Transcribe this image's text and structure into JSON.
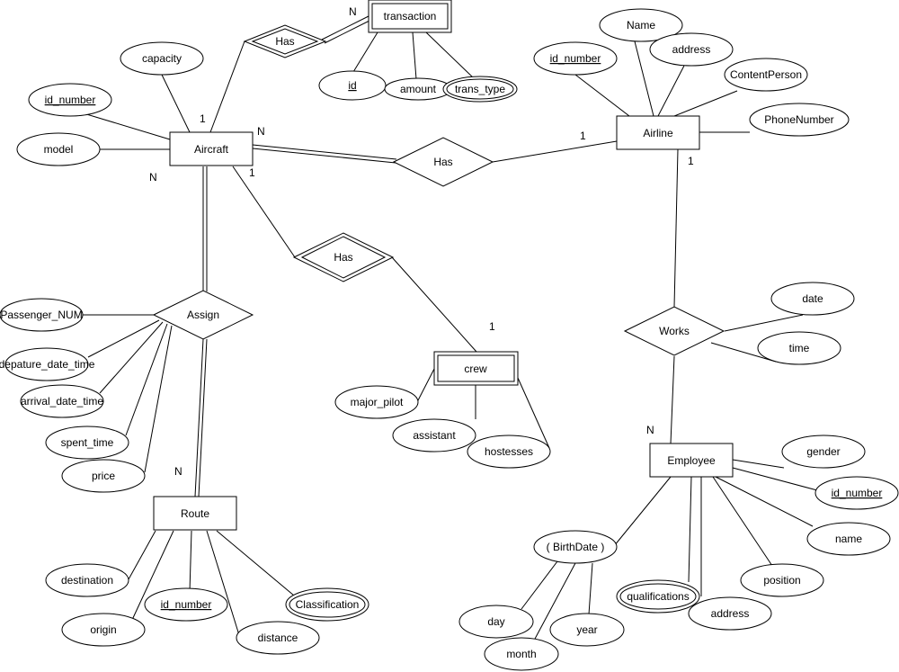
{
  "entities": {
    "aircraft": "Aircraft",
    "airline": "Airline",
    "transaction": "transaction",
    "crew": "crew",
    "route": "Route",
    "employee": "Employee"
  },
  "relationships": {
    "has_transaction": "Has",
    "has_airline": "Has",
    "has_crew": "Has",
    "assign": "Assign",
    "works": "Works"
  },
  "attributes": {
    "capacity": "capacity",
    "aircraft_id_number": "id_number",
    "model": "model",
    "transaction_id": "id",
    "amount": "amount",
    "trans_type": "trans_type",
    "airline_name": "Name",
    "airline_address": "address",
    "airline_id_number": "id_number",
    "content_person": "ContentPerson",
    "phone_number": "PhoneNumber",
    "passenger_num": "Passenger_NUM",
    "depature_date_time": "depature_date_time",
    "arrival_date_time": "arrival_date_time",
    "spent_time": "spent_time",
    "price": "price",
    "major_pilot": "major_pilot",
    "assistant": "assistant",
    "hostesses": "hostesses",
    "works_date": "date",
    "works_time": "time",
    "destination": "destination",
    "origin": "origin",
    "route_id_number": "id_number",
    "distance": "distance",
    "classification": "Classification",
    "gender": "gender",
    "employee_id_number": "id_number",
    "employee_name": "name",
    "position": "position",
    "employee_address": "address",
    "qualifications": "qualifications",
    "birthdate": "( BirthDate )",
    "day": "day",
    "month": "month",
    "year": "year"
  },
  "cardinalities": {
    "aircraft_transaction_aircraft": "1",
    "aircraft_transaction_transaction": "N",
    "aircraft_airline_aircraft": "N",
    "aircraft_airline_airline": "1",
    "aircraft_crew_aircraft": "1",
    "aircraft_crew_crew": "1",
    "aircraft_route_aircraft": "N",
    "aircraft_route_route": "N",
    "airline_employee_airline": "1",
    "airline_employee_employee": "N"
  }
}
